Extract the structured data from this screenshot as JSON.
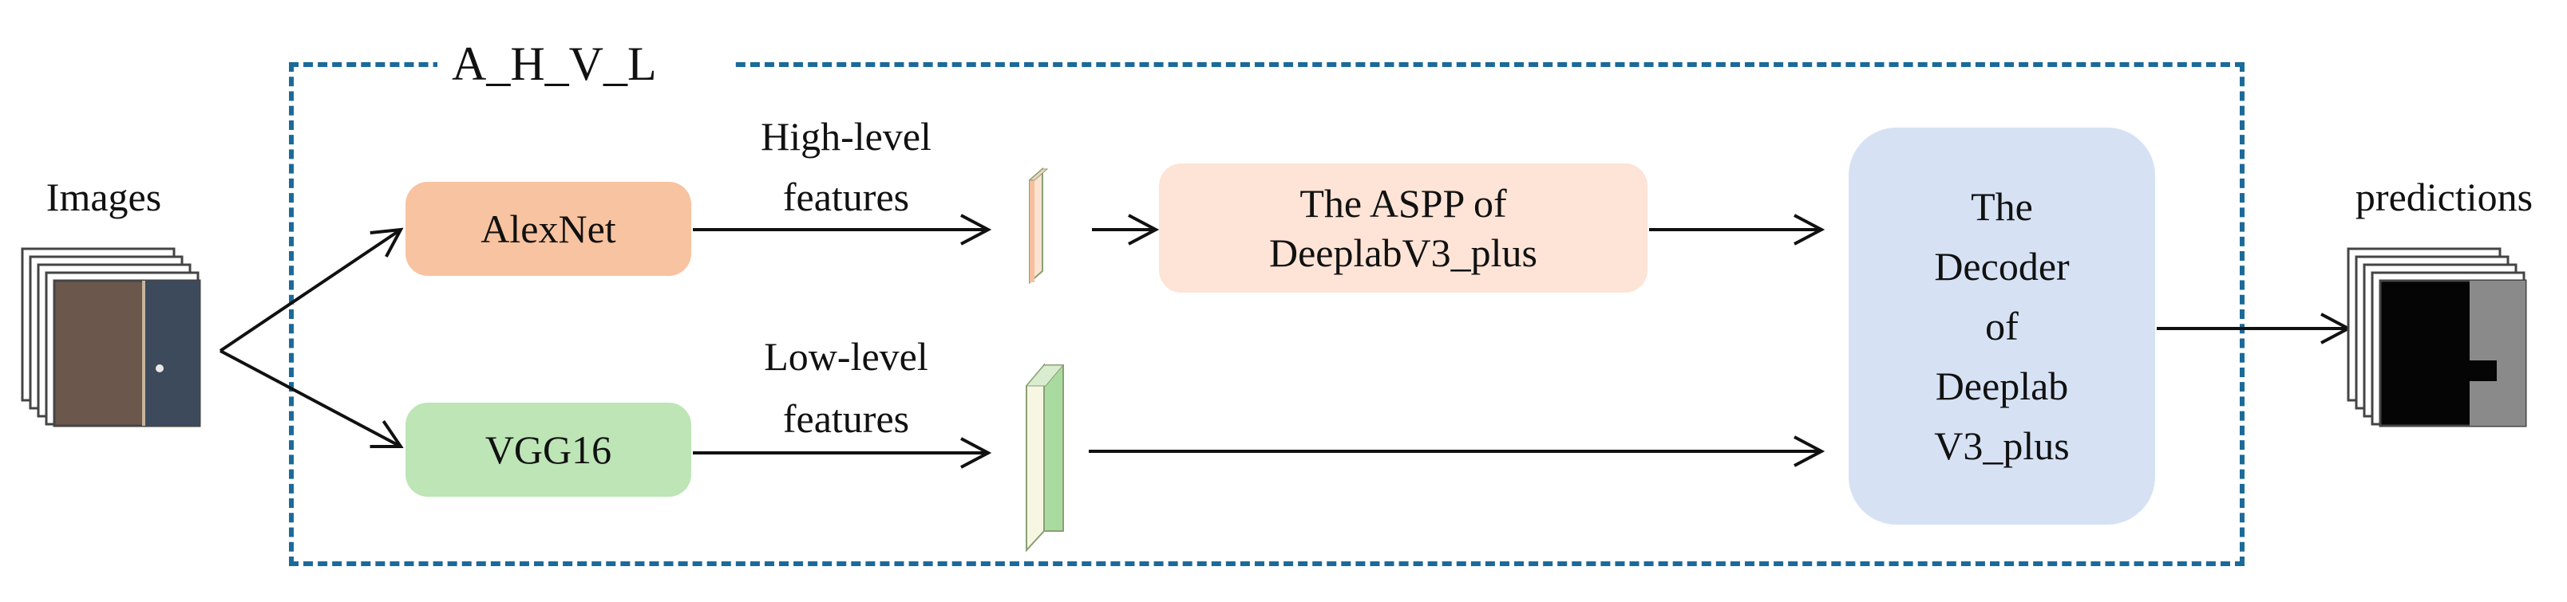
{
  "title": "A_H_V_L",
  "input_label": "Images",
  "output_label": "predictions",
  "nodes": {
    "alexnet": "AlexNet",
    "vgg16": "VGG16",
    "aspp_line1": "The ASPP of",
    "aspp_line2": "DeeplabV3_plus",
    "decoder_lines": [
      "The",
      "Decoder",
      "of",
      "Deeplab",
      "V3_plus"
    ]
  },
  "edge_labels": {
    "high_line1": "High-level",
    "high_line2": "features",
    "low_line1": "Low-level",
    "low_line2": "features"
  },
  "colors": {
    "frame": "#1b6a9a",
    "alexnet_fill": "#f8c3a0",
    "vgg_fill": "#bde5b6",
    "aspp_fill": "#fde4d6",
    "decoder_fill": "#d6e2f4",
    "feature_orange": "#f5bf9d",
    "feature_green": "#a9dba0"
  }
}
